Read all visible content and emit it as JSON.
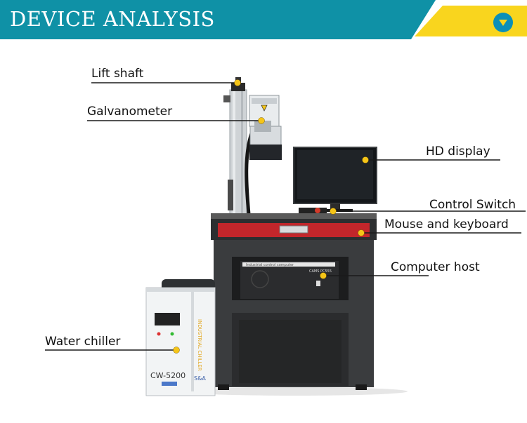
{
  "header": {
    "title": "DEVICE ANALYSIS",
    "colors": {
      "teal": "#0f91a6",
      "yellow": "#f9d51e",
      "button_blue": "#0c8fb7"
    },
    "toggle_icon": "chevron-down-icon"
  },
  "callouts": {
    "lift_shaft": "Lift shaft",
    "galvanometer": "Galvanometer",
    "hd_display": "HD display",
    "control_switch": "Control Switch",
    "mouse_keyboard": "Mouse and keyboard",
    "computer_host": "Computer host",
    "water_chiller": "Water chiller"
  },
  "machine": {
    "computer_label": "Industrial control computer",
    "computer_model": "CAMS PC555"
  },
  "chiller": {
    "vertical_text": "INDUSTRIAL CHILLER",
    "model": "CW-5200",
    "brand": "S&A"
  },
  "marker_color": "#f5c518"
}
